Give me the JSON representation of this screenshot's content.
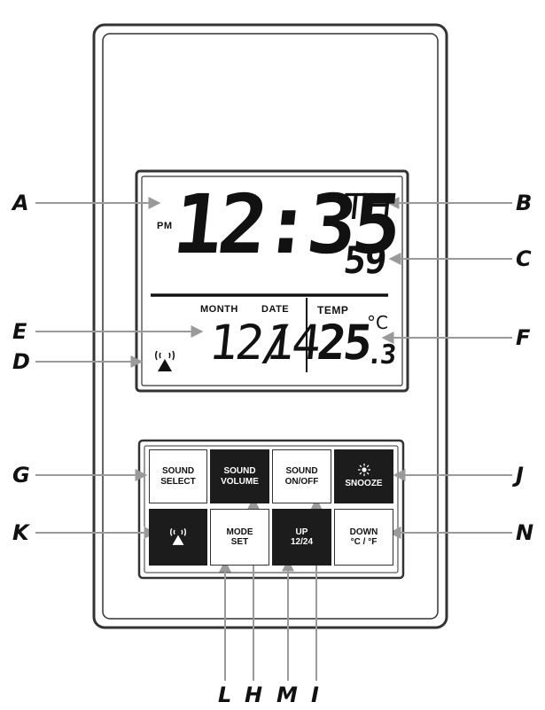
{
  "display": {
    "am_pm": "PM",
    "time": "12:35",
    "weekday": "TH",
    "seconds": "59",
    "month_label": "MONTH",
    "date_label": "DATE",
    "temp_label": "TEMP",
    "month_value": "12/",
    "date_value": "14",
    "temp_value": "25",
    "temp_decimal": ".3",
    "temp_unit": "°C"
  },
  "buttons": {
    "sound_select": [
      "SOUND",
      "SELECT"
    ],
    "sound_volume": [
      "SOUND",
      "VOLUME"
    ],
    "sound_onoff": [
      "SOUND",
      "ON/OFF"
    ],
    "snooze": "SNOOZE",
    "mode_set": [
      "MODE",
      "SET"
    ],
    "up": [
      "UP",
      "12/24"
    ],
    "down": [
      "DOWN",
      "°C / °F"
    ]
  },
  "icons": {
    "radio_signal": "radio-signal-icon",
    "snooze_light": "light-icon"
  },
  "callouts": {
    "A": "A",
    "B": "B",
    "C": "C",
    "D": "D",
    "E": "E",
    "F": "F",
    "G": "G",
    "H": "H",
    "I": "I",
    "J": "J",
    "K": "K",
    "L": "L",
    "M": "M",
    "N": "N"
  }
}
